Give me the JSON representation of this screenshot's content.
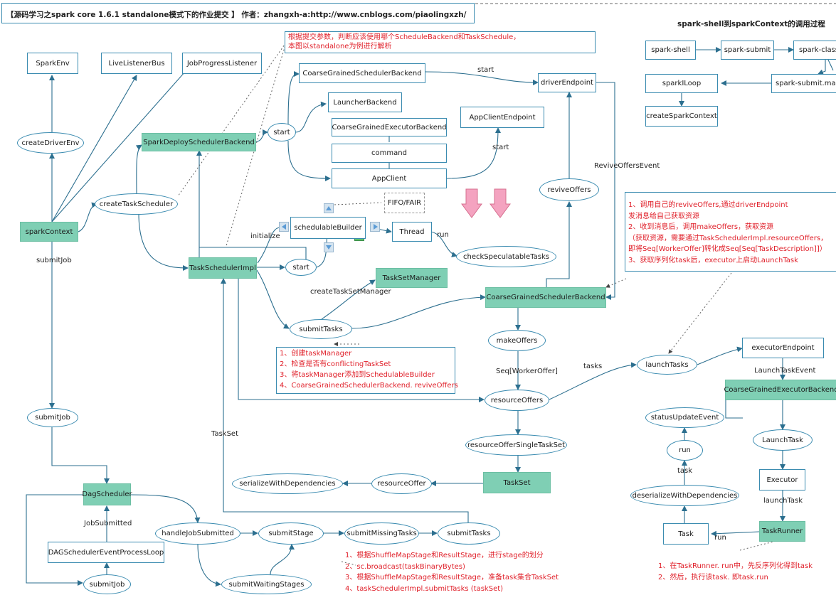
{
  "title": "【源码学习之spark  core  1.6.1 standalone模式下的作业提交 】  作者：zhangxh-a:http://www.cnblogs.com/piaolingxzh/",
  "right_title": "spark-shell到sparkContext的调用过程",
  "note_top": {
    "lines": [
      "根据提交参数，判断应该使用哪个ScheduleBackend和TaskSchedule，",
      "本图以standalone为例进行解析"
    ]
  },
  "note_submit": {
    "lines": [
      "1、创建taskManager",
      "2、检查是否有conflictingTaskSet",
      "3、将taskManager添加到SchedulableBuilder",
      "4、CoarseGrainedSchedulerBackend. reviveOffers"
    ]
  },
  "note_revive": {
    "lines": [
      "1、调用自己的reviveOffers,通过driverEndpoint",
      "发消息给自己获取资源",
      "2、收到消息后，调用makeOffers，获取资源",
      "（获取资源，需要通过TaskSchedulerImpl.resourceOffers，",
      "即将Seq[WorkerOffer]转化成Seq[Seq[TaskDescription]]）",
      "3、获取序列化task后，executor上启动LaunchTask"
    ]
  },
  "note_stage": {
    "lines": [
      "1、根据ShuffleMapStage和ResultStage，进行stage的划分",
      "2、sc.broadcast(taskBinaryBytes)",
      "3、根据ShuffleMapStage和ResultStage，准备task集合TaskSet",
      "4、taskSchedulerImpl.submitTasks (taskSet)"
    ]
  },
  "note_runner": {
    "lines": [
      "1、在TaskRunner. run中，先反序列化得到task",
      "2、然后，执行该task. 即task.run"
    ]
  },
  "nodes": {
    "sparkEnv": "SparkEnv",
    "liveListenerBus": "LiveListenerBus",
    "jobProgressListener": "JobProgressListener",
    "createDriverEnv": "createDriverEnv",
    "sparkContext": "sparkContext",
    "createTaskScheduler": "createTaskScheduler",
    "sparkDeploySchedulerBackend": "SparkDeploySchedulerBackend",
    "start1": "start",
    "coarseBackendTop": "CoarseGrainedSchedulerBackend",
    "launcherBackend": "LauncherBackend",
    "coarseExecutorBackendBox": "CoarseGrainedExecutorBackend",
    "command": "command",
    "appClient": "AppClient",
    "appClientEndpoint": "AppClientEndpoint",
    "driverEndpoint": "driverEndpoint",
    "reviveOffers": "reviveOffers",
    "fifoFair": "FIFO/FAIR",
    "schedulableBuilder": "schedulableBuilder",
    "thread": "Thread",
    "checkSpeculatableTasks": "checkSpeculatableTasks",
    "taskSchedulerImpl": "TaskSchedulerImpl",
    "start2": "start",
    "taskSetManager": "TaskSetManager",
    "coarseBackendMid": "CoarseGrainedSchedulerBackend",
    "submitTasks1": "submitTasks",
    "makeOffers": "makeOffers",
    "resourceOffers": "resourceOffers",
    "resourceOfferSingleTaskSet": "resourceOfferSingleTaskSet",
    "taskSet": "TaskSet",
    "resourceOffer": "resourceOffer",
    "serializeWithDependencies": "serializeWithDependencies",
    "launchTasks": "launchTasks",
    "executorEndpoint": "executorEndpoint",
    "coarseExecutorBackend": "CoarseGrainedExecutorBackend",
    "launchTask": "LaunchTask",
    "executor": "Executor",
    "taskRunner": "TaskRunner",
    "task": "Task",
    "deserializeWithDependencies": "deserializeWithDependencies",
    "run": "run",
    "statusUpdateEvent": "statusUpdateEvent",
    "submitJob1": "submitJob",
    "dagScheduler": "DagScheduler",
    "dagEventLoop": "DAGSchedulerEventProcessLoop",
    "submitJob2": "submitJob",
    "handleJobSubmitted": "handleJobSubmitted",
    "submitStage": "submitStage",
    "submitMissingTasks": "submitMissingTasks",
    "submitTasks2": "submitTasks",
    "submitWaitingStages": "submitWaitingStages",
    "sparkShell": "spark-shell",
    "sparkSubmit": "spark-submit",
    "sparkClass": "spark-class",
    "sparkSubmitMain": "spark-submit.main",
    "sparkILoop": "sparkILoop",
    "createSparkContext": "createSparkContext"
  },
  "labels": {
    "start_a": "start",
    "start_b": "start",
    "reviveOffersEvent": "ReviveOffersEvent",
    "initialize": "initialize",
    "run_thread": "run",
    "submitJob_label": "submitJob",
    "createTaskSetManager": "createTaskSetManager",
    "seqWorkerOffer": "Seq[WorkerOffer]",
    "tasks": "tasks",
    "launchTaskEvent": "LaunchTaskEvent",
    "taskSet_label": "TaskSet",
    "task_label": "task",
    "launchTask_label": "launchTask",
    "run_label": "run",
    "jobSubmitted": "JobSubmitted"
  },
  "colors": {
    "accent": "#3a8bb0",
    "green": "#7fcfb4",
    "red": "#e0202a",
    "pink": "#f4a3c0"
  }
}
